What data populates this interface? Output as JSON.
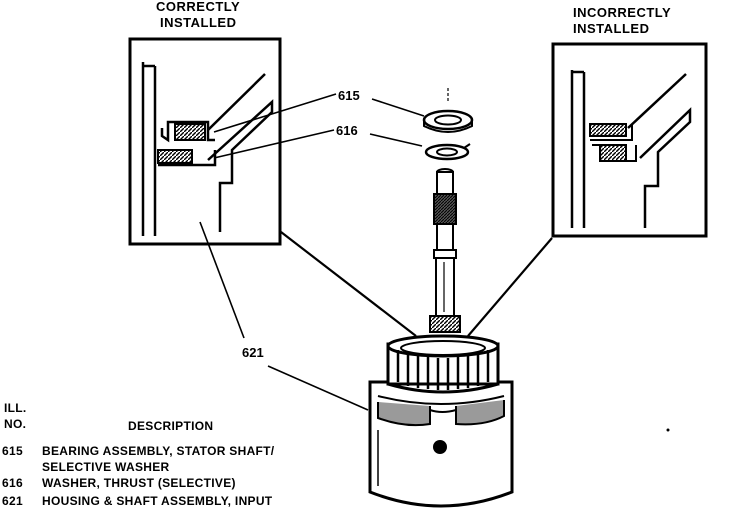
{
  "figure": {
    "correct_title_line1": "CORRECTLY",
    "correct_title_line2": "INSTALLED",
    "incorrect_title_line1": "INCORRECTLY",
    "incorrect_title_line2": "INSTALLED",
    "callouts": {
      "c615": "615",
      "c616": "616",
      "c621": "621"
    }
  },
  "legend": {
    "header_ill": "ILL.",
    "header_no": "NO.",
    "header_description": "DESCRIPTION",
    "rows": [
      {
        "no": "615",
        "text": "BEARING ASSEMBLY, STATOR SHAFT/",
        "text2": "SELECTIVE WASHER"
      },
      {
        "no": "616",
        "text": "WASHER, THRUST (SELECTIVE)"
      },
      {
        "no": "621",
        "text": "HOUSING & SHAFT ASSEMBLY, INPUT"
      }
    ]
  },
  "colors": {
    "ink": "#000000",
    "paper": "#ffffff",
    "shade": "#9a9a9a"
  }
}
